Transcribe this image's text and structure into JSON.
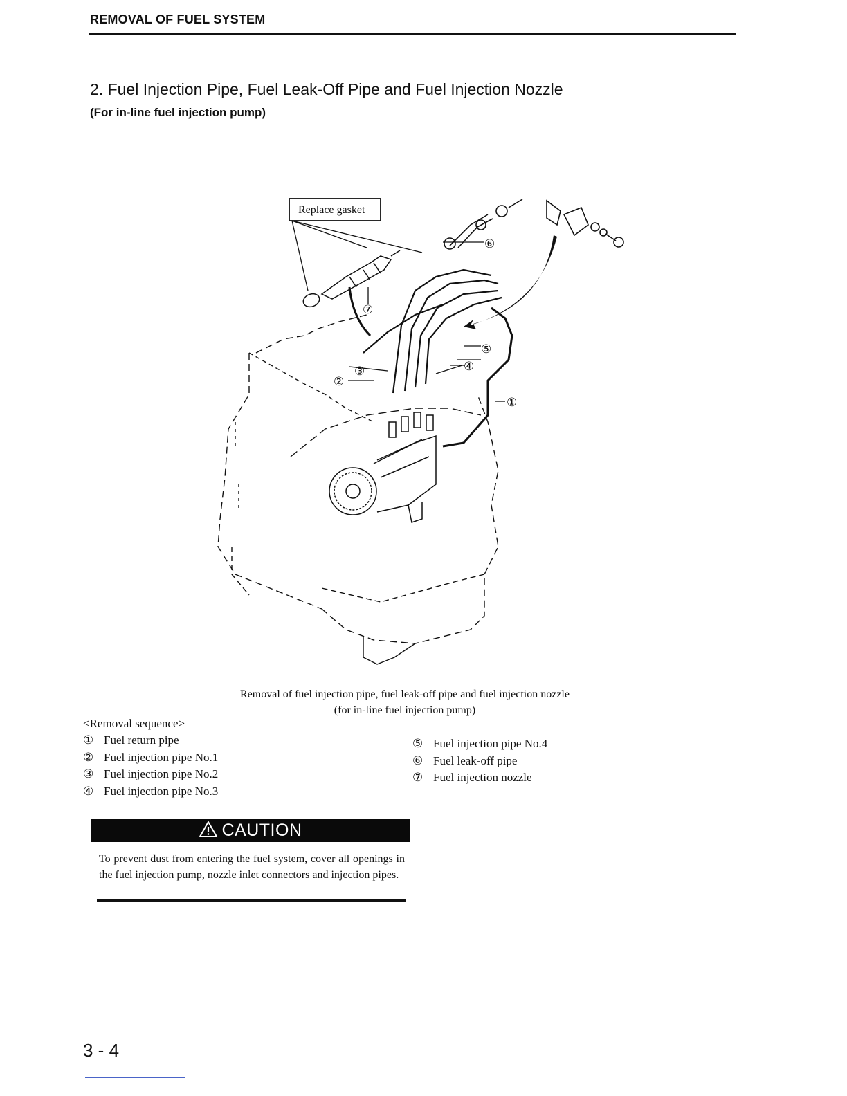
{
  "header": {
    "title": "REMOVAL OF FUEL SYSTEM"
  },
  "section": {
    "title": "2.  Fuel Injection Pipe, Fuel Leak-Off Pipe and Fuel Injection Nozzle",
    "subtitle": "(For in-line fuel injection pump)"
  },
  "figure": {
    "callout": "Replace gasket",
    "markers": [
      "①",
      "②",
      "③",
      "④",
      "⑤",
      "⑥",
      "⑦"
    ],
    "caption_line1": "Removal of fuel injection pipe, fuel leak-off pipe and fuel injection nozzle",
    "caption_line2": "(for in-line fuel injection pump)"
  },
  "sequence": {
    "heading": "<Removal sequence>",
    "items": [
      {
        "num": "①",
        "label": "Fuel return pipe"
      },
      {
        "num": "②",
        "label": "Fuel injection pipe No.1"
      },
      {
        "num": "③",
        "label": "Fuel injection pipe No.2"
      },
      {
        "num": "④",
        "label": "Fuel injection pipe No.3"
      },
      {
        "num": "⑤",
        "label": "Fuel injection pipe No.4"
      },
      {
        "num": "⑥",
        "label": "Fuel leak-off pipe"
      },
      {
        "num": "⑦",
        "label": "Fuel injection nozzle"
      }
    ]
  },
  "caution": {
    "label": "CAUTION",
    "icon": "warning-triangle-icon",
    "text": "To prevent dust from entering the fuel system, cover all openings in the fuel injection pump, nozzle inlet connectors and injection pipes."
  },
  "footer": {
    "page_number": "3 - 4"
  }
}
